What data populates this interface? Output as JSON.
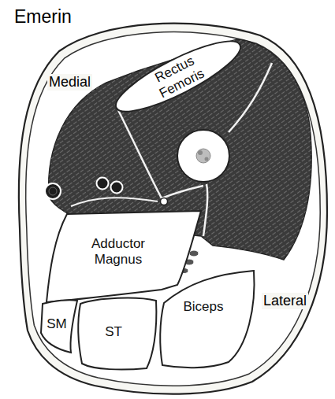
{
  "diagram": {
    "title": "Emerin",
    "nodes": [
      {
        "text": [
          "Rectus Femoris"
        ]
      },
      {
        "text": [
          "Adductor Magnus"
        ]
      },
      {
        "text": [
          "SM"
        ]
      },
      {
        "text": [
          "ST"
        ]
      },
      {
        "text": [
          "Biceps"
        ]
      }
    ],
    "labels": [
      "Medial",
      "Lateral"
    ]
  }
}
